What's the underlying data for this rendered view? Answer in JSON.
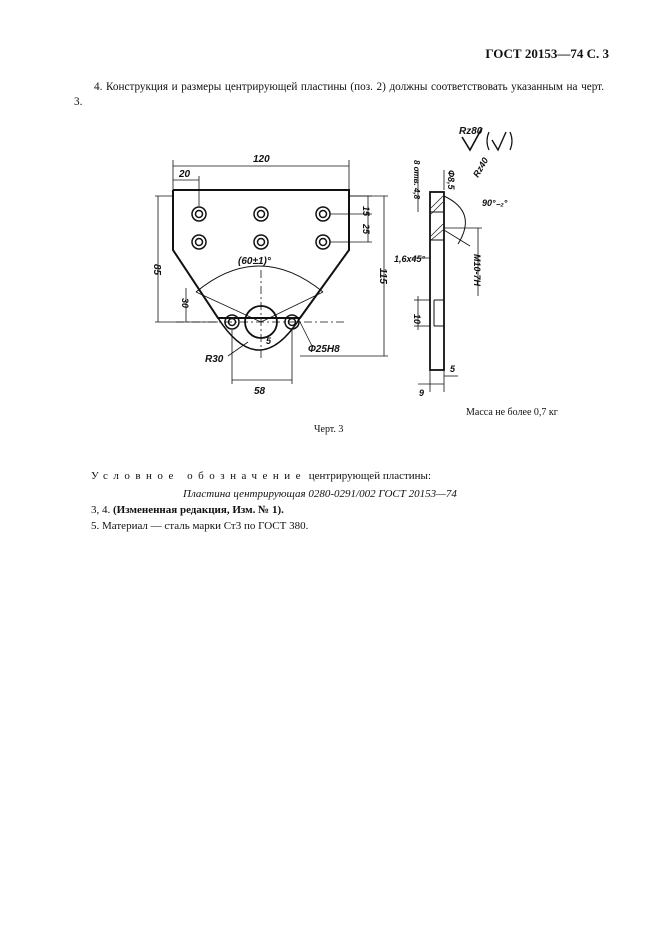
{
  "header": "ГОСТ 20153—74 С. 3",
  "paragraph": "4. Конструкция и размеры центрирующей пластины (поз. 2) должны соответствовать указанным на черт. 3.",
  "drawing": {
    "dims": {
      "d120": "120",
      "d20": "20",
      "d15": "15",
      "d25": "25",
      "d85": "85",
      "d115": "115",
      "d30": "30",
      "d58": "58",
      "angle": "(60±1)°",
      "r30": "R30",
      "phi25": "Ф25Н8",
      "d5": "5",
      "thickness": "8 отв. 4,8",
      "phi85": "Ф8,5",
      "rz40": "Rz40",
      "angle90": "90°₋₂°",
      "chamfer": "1,6х45°",
      "thread": "М10-7Н",
      "d10": "10",
      "d9": "9",
      "d5b": "5",
      "roughness": "Rz80"
    }
  },
  "mass": "Масса не более 0,7 кг",
  "caption": "Черт. 3",
  "designation_label": "Условное обозначение",
  "designation_rest": " центрирующей пластины:",
  "designation_value": "Пластина центрирующая 0280-0291/002 ГОСТ 20153—74",
  "line3_prefix": "3, 4. ",
  "line3_bold": "(Измененная редакция, Изм. № 1).",
  "line4": "5. Материал — сталь марки Ст3 по ГОСТ 380."
}
